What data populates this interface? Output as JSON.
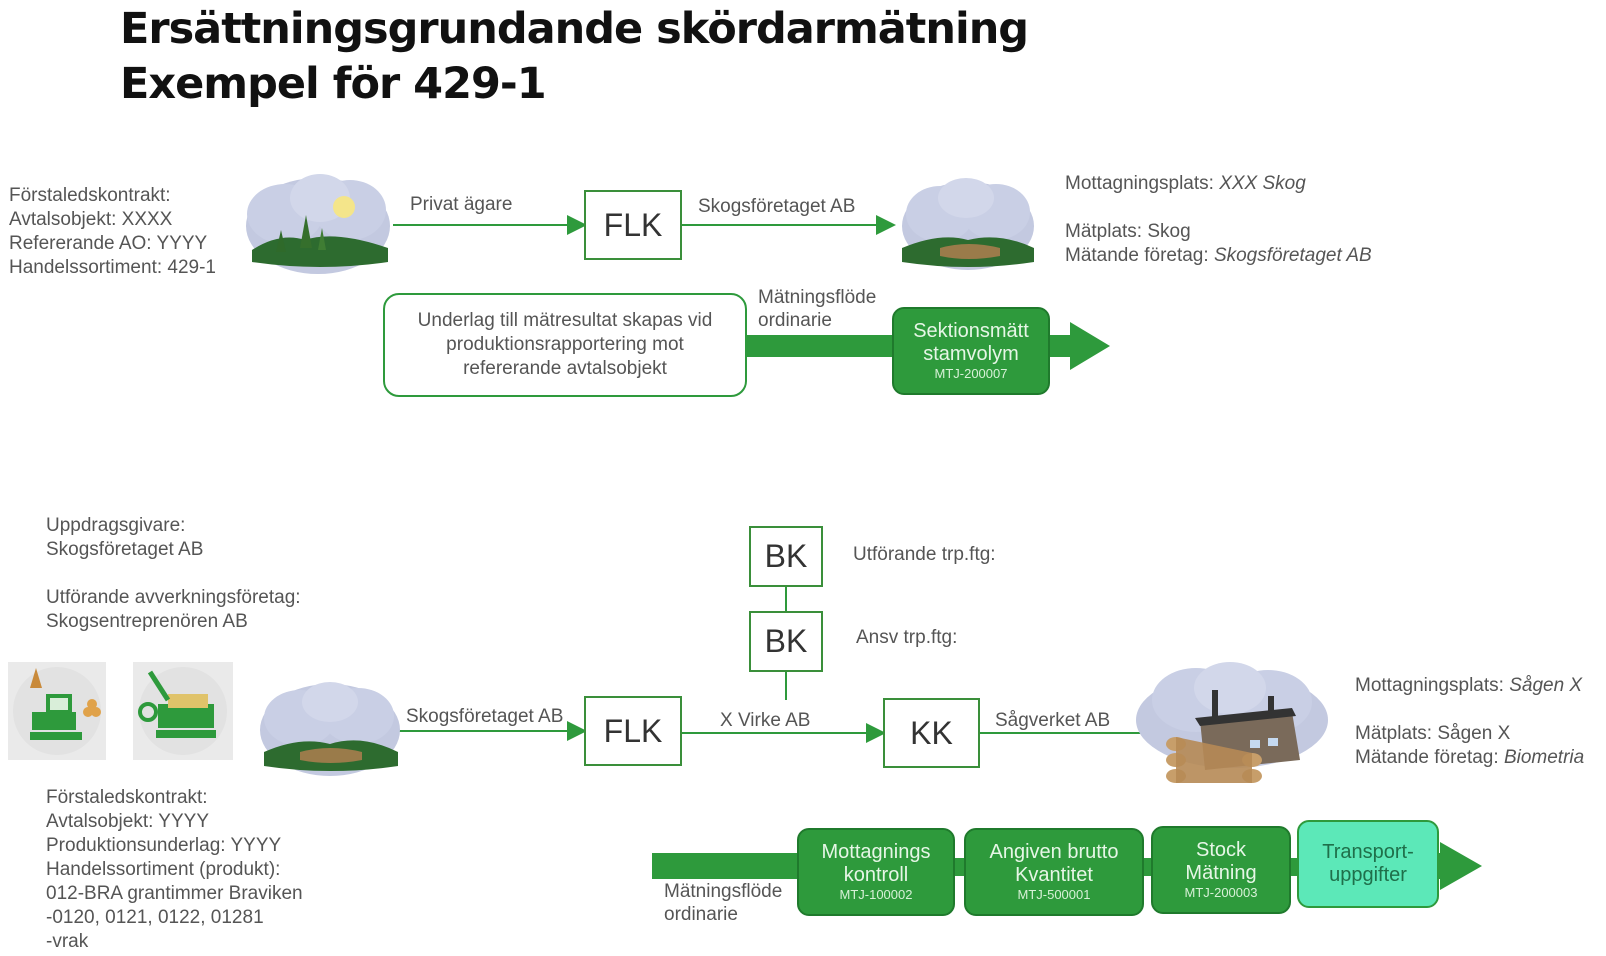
{
  "title": {
    "line1": "Ersättningsgrundande skördarmätning",
    "line2": "Exempel för 429-1"
  },
  "top": {
    "contract": {
      "l1": "Förstaledskontrakt:",
      "l2": "Avtalsobjekt: XXXX",
      "l3": "Refererande AO: YYYY",
      "l4": "Handelssortiment: 429-1"
    },
    "arrow1_label": "Privat ägare",
    "flk": "FLK",
    "arrow2_label": "Skogsföretaget AB",
    "reception": {
      "label": "Mottagningsplats: ",
      "value": "XXX Skog",
      "measure_place": "Mätplats: Skog",
      "company_label": "Mätande företag: ",
      "company_value": "Skogsföretaget AB"
    },
    "note": "Underlag till mätresultat skapas vid produktionsrapportering mot refererande avtalsobjekt",
    "flow_l1": "Mätningsflöde",
    "flow_l2": "ordinarie",
    "section": {
      "l1": "Sektionsmätt",
      "l2": "stamvolym",
      "code": "MTJ-200007"
    }
  },
  "bottom": {
    "client": {
      "l1": "Uppdragsgivare:",
      "l2": "Skogsföretaget AB",
      "l3": "Utförande avverkningsföretag:",
      "l4": "Skogsentreprenören AB"
    },
    "contract": {
      "l1": "Förstaledskontrakt:",
      "l2": "Avtalsobjekt: YYYY",
      "l3": "Produktionsunderlag: YYYY",
      "l4": "Handelssortiment (produkt):",
      "l5": "012-BRA grantimmer Braviken",
      "l6": "-0120, 0121, 0122, 01281",
      "l7": "-vrak"
    },
    "bk1": "BK",
    "bk1_label": "Utförande trp.ftg:",
    "bk2": "BK",
    "bk2_label": "Ansv trp.ftg:",
    "arrow1_label": "Skogsföretaget AB",
    "flk": "FLK",
    "arrow2_label": "X Virke AB",
    "kk": "KK",
    "arrow3_label": "Sågverket AB",
    "reception": {
      "label": "Mottagningsplats: ",
      "value": "Sågen X",
      "measure_place": "Mätplats: Sågen X",
      "company_label": "Mätande företag: ",
      "company_value": "Biometria"
    },
    "flow_l1": "Mätningsflöde",
    "flow_l2": "ordinarie",
    "steps": [
      {
        "l1": "Mottagnings",
        "l2": "kontroll",
        "code": "MTJ-100002"
      },
      {
        "l1": "Angiven brutto",
        "l2": "Kvantitet",
        "code": "MTJ-500001"
      },
      {
        "l1": "Stock",
        "l2": "Mätning",
        "code": "MTJ-200003"
      }
    ],
    "transport": {
      "l1": "Transport-",
      "l2": "uppgifter"
    }
  },
  "colors": {
    "green": "#2e9a3c",
    "light_green": "#5ce8b8",
    "arrow": "#2e9a3c"
  }
}
